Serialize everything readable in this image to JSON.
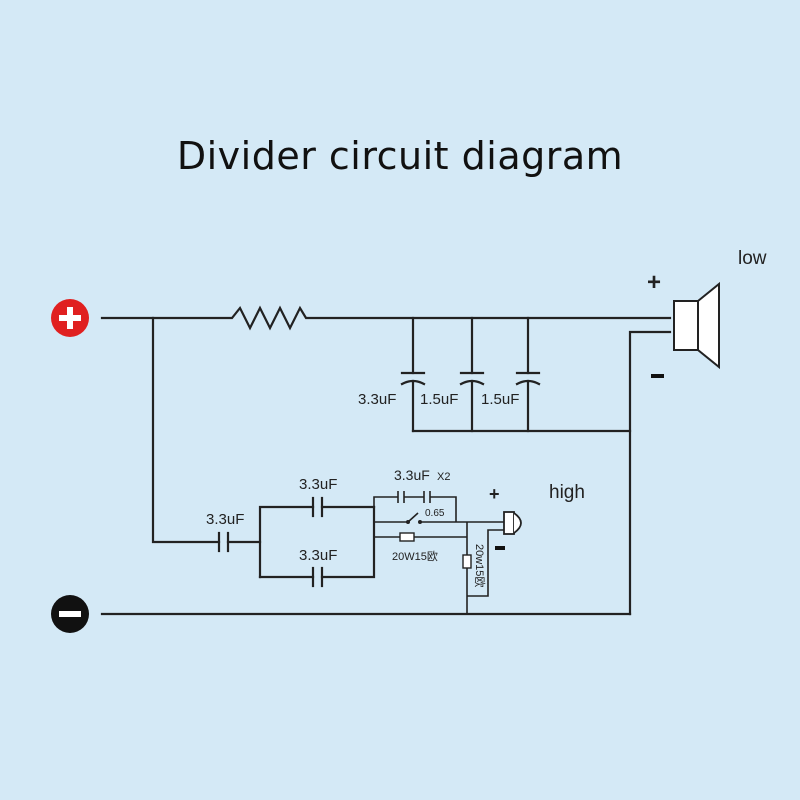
{
  "title": "Divider circuit diagram",
  "colors": {
    "background": "#d4e9f6",
    "positive": "#e02020",
    "negative": "#111111"
  },
  "terminals": {
    "positive_symbol": "+",
    "negative_symbol": "−"
  },
  "low": {
    "label": "low",
    "plus": "+",
    "minus": "-"
  },
  "high": {
    "label": "high",
    "plus": "+",
    "minus": "-"
  },
  "capacitors": {
    "low_c1": "3.3uF",
    "low_c2": "1.5uF",
    "low_c3": "1.5uF",
    "input_cap": "3.3uF",
    "upper_cap": "3.3uF",
    "lower_cap": "3.3uF",
    "pair_cap": "3.3uF",
    "pair_mult": "X2"
  },
  "switch_value": "0.65",
  "resistor_series": "20W15欧",
  "resistor_shunt": "20w15欧"
}
